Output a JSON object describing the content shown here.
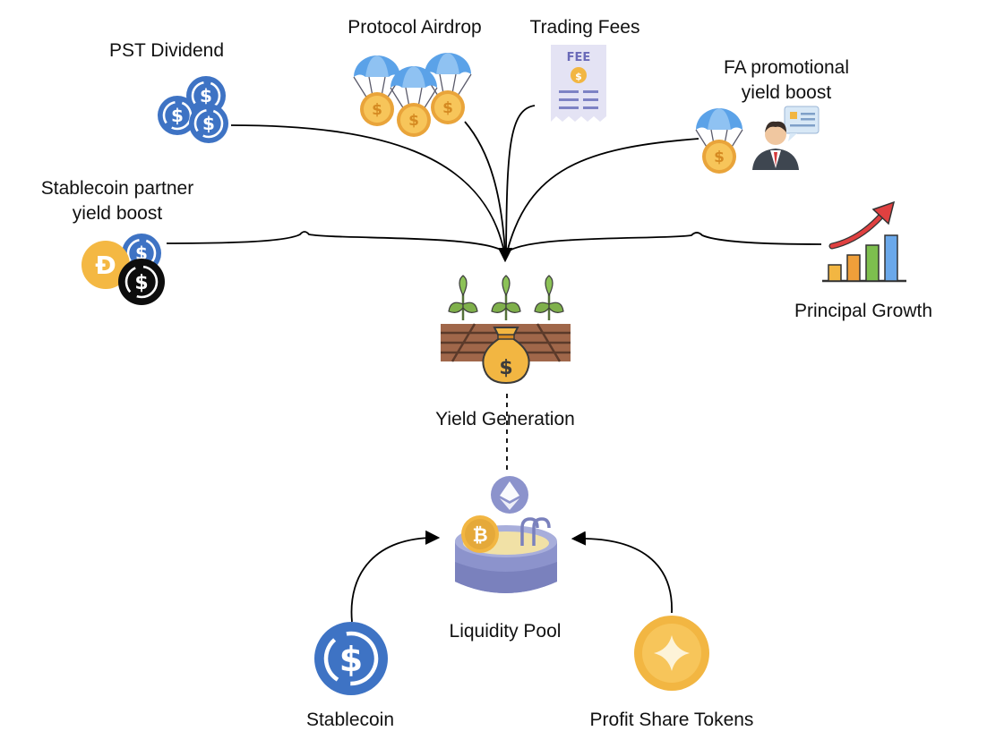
{
  "nodes": {
    "pst_dividend": "PST Dividend",
    "protocol_airdrop": "Protocol Airdrop",
    "trading_fees": "Trading Fees",
    "fee_badge": "FEE",
    "fa_boost_line1": "FA promotional",
    "fa_boost_line2": "yield boost",
    "stablecoin_partner_line1": "Stablecoin partner",
    "stablecoin_partner_line2": "yield boost",
    "principal_growth": "Principal Growth",
    "yield_generation": "Yield Generation",
    "liquidity_pool": "Liquidity Pool",
    "stablecoin": "Stablecoin",
    "profit_share_tokens": "Profit Share Tokens"
  },
  "colors": {
    "usdc_blue": "#3e73c4",
    "gold": "#f2b642",
    "parachute_blue": "#5ba2e8",
    "pool_purple": "#8c93cc",
    "plant_green": "#7fb04b",
    "soil_brown": "#8b5a3c",
    "arrow_red": "#e04040"
  },
  "icons": [
    "usdc-coins-icon",
    "parachute-coins-icon",
    "fee-receipt-icon",
    "parachute-advisor-icon",
    "dai-usdc-coins-icon",
    "growth-chart-icon",
    "farm-moneybag-icon",
    "liquidity-pool-icon",
    "usdc-coin-icon",
    "profit-token-icon"
  ]
}
